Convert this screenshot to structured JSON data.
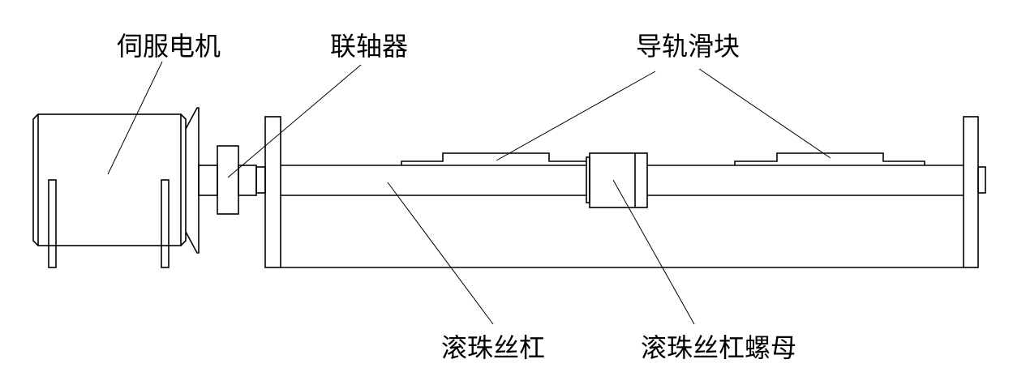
{
  "labels": {
    "servo_motor": "伺服电机",
    "coupling": "联轴器",
    "guide_rail_slider": "导轨滑块",
    "ball_screw": "滚珠丝杠",
    "ball_screw_nut": "滚珠丝杠螺母"
  }
}
